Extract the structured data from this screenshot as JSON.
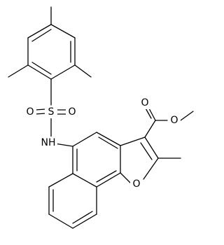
{
  "molecule": {
    "atom_labels": {
      "sulfur": "S",
      "sulfonyl_oxygen_left": "O",
      "sulfonyl_oxygen_right": "O",
      "amine": "NH",
      "furan_oxygen": "O",
      "ester_carbonyl_oxygen": "O",
      "ester_ether_oxygen": "O"
    },
    "colors": {
      "bond": "#000000",
      "label": "#000000",
      "background": "#ffffff"
    }
  }
}
